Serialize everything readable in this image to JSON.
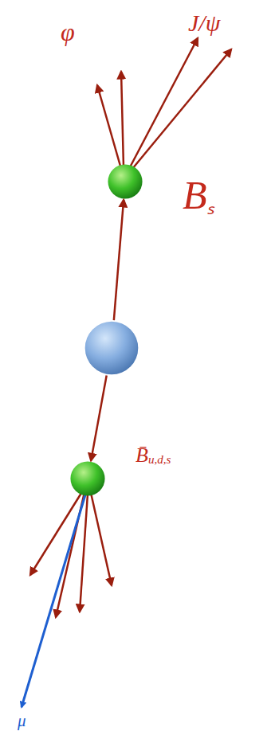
{
  "diagram": {
    "nodes": [
      {
        "text": [
          "Bₛ"
        ]
      },
      {
        "text": []
      },
      {
        "text": [
          "B̄u,d,s"
        ]
      }
    ],
    "edges": [
      {
        "from": 1,
        "to": 0,
        "arrow": "to"
      },
      {
        "from": 1,
        "to": 2,
        "arrow": "to"
      }
    ],
    "labels": [
      "φ",
      "J/ψ",
      "μ"
    ]
  }
}
